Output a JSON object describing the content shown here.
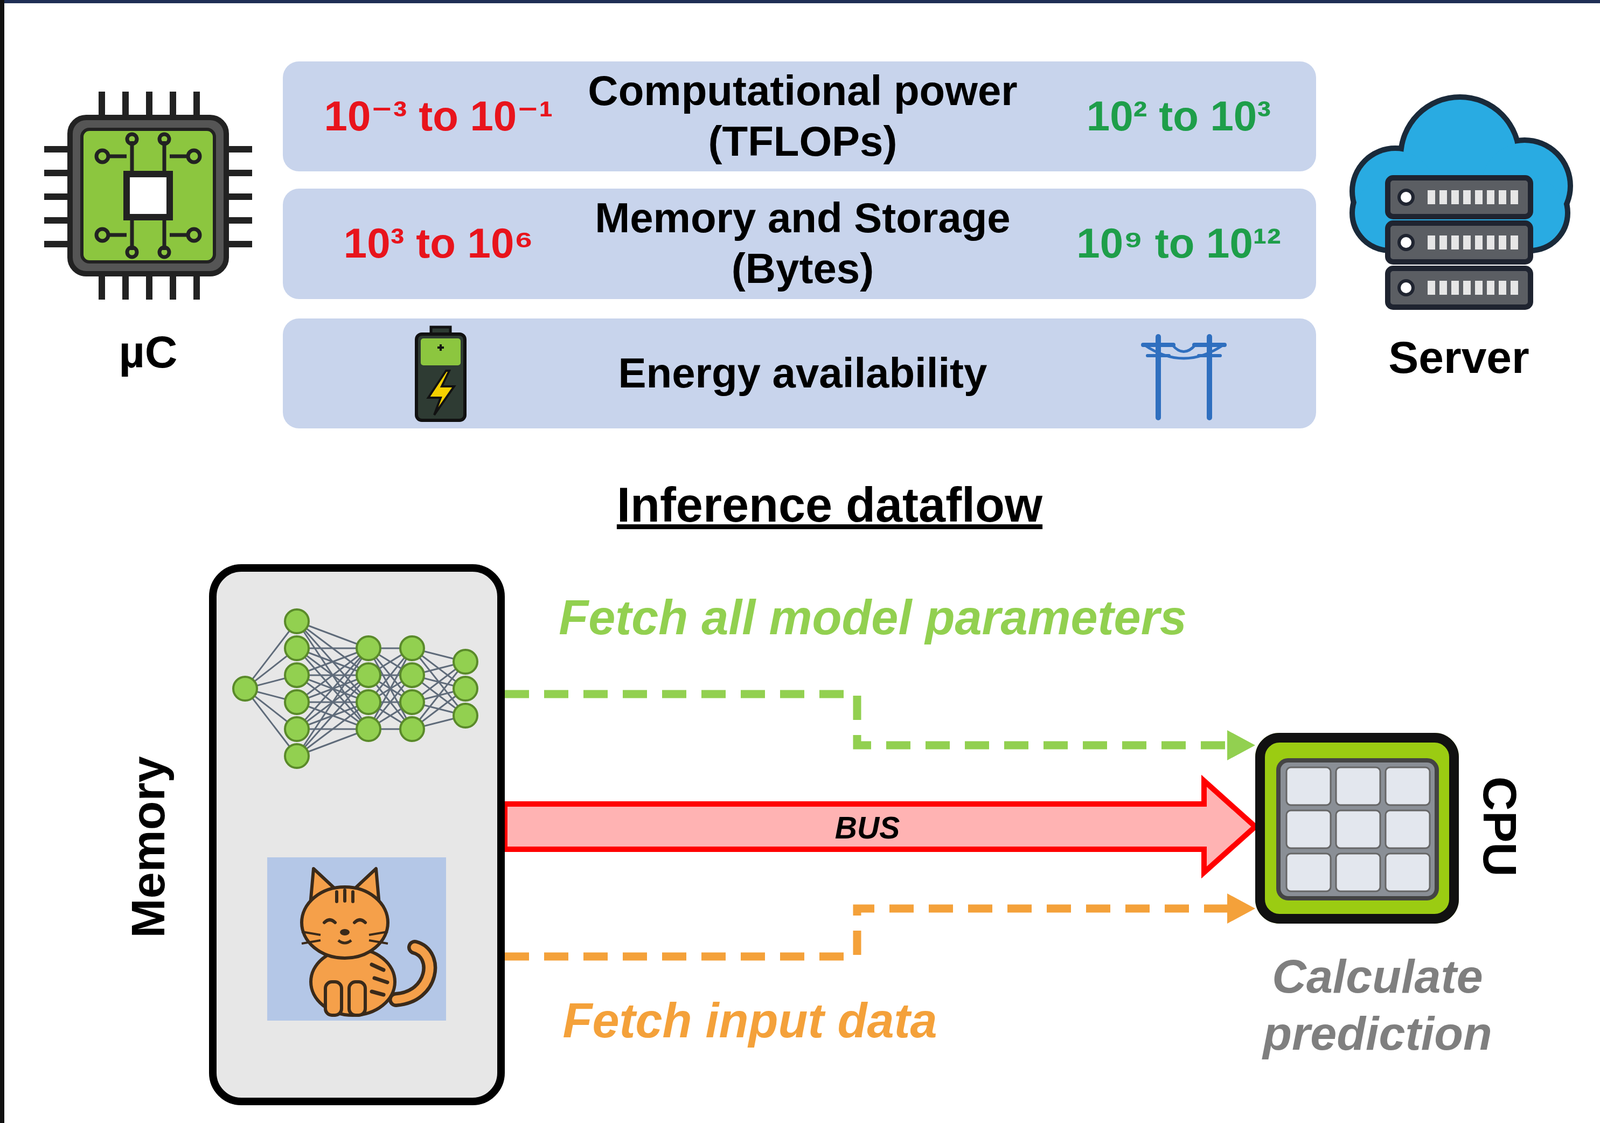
{
  "diagram": {
    "title": "Inference dataflow",
    "nodes": [
      {
        "text": [
          "10⁻³ to 10⁻¹",
          "Computational power (TFLOPs)",
          "10² to 10³"
        ]
      },
      {
        "text": [
          "10³ to 10⁶",
          "Memory and Storage (Bytes)",
          "10⁹ to 10¹²"
        ]
      },
      {
        "text": [
          "Energy availability"
        ]
      },
      {
        "text": [
          "Memory"
        ]
      },
      {
        "text": [
          "CPU",
          "Calculate prediction"
        ]
      }
    ],
    "edges": [
      {
        "from": 3,
        "to": 4,
        "arrow": "to",
        "label": "Fetch all model parameters"
      },
      {
        "from": 3,
        "to": 4,
        "arrow": "to",
        "label": "BUS"
      },
      {
        "from": 3,
        "to": 4,
        "arrow": "to",
        "label": "Fetch input data"
      }
    ],
    "labels": [
      "µC",
      "Server"
    ]
  }
}
